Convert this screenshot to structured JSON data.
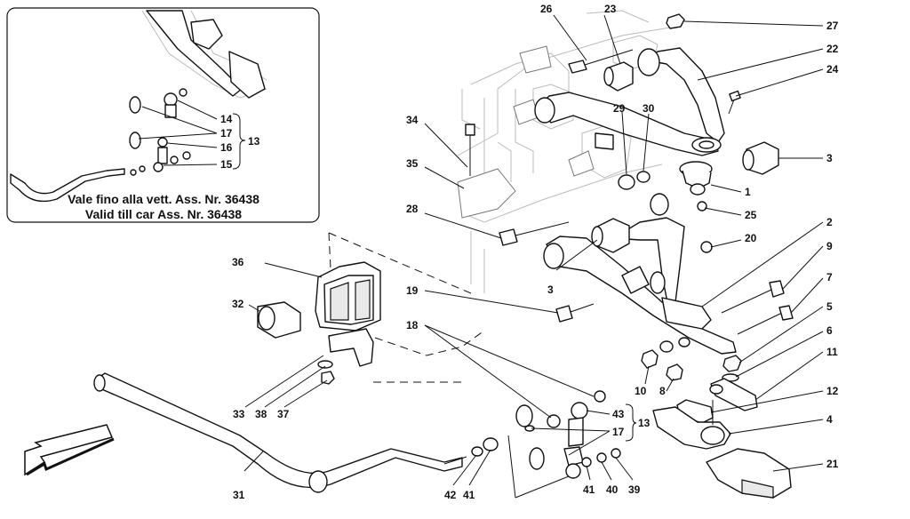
{
  "inset": {
    "note_line1": "Vale fino alla vett. Ass. Nr. 36438",
    "note_line2": "Valid till car Ass. Nr. 36438",
    "labels": [
      "14",
      "17",
      "16",
      "15",
      "13"
    ]
  },
  "callouts": {
    "c26": "26",
    "c23": "23",
    "c27": "27",
    "c22": "22",
    "c24": "24",
    "c34": "34",
    "c29": "29",
    "c30": "30",
    "c3a": "3",
    "c35": "35",
    "c1": "1",
    "c25": "25",
    "c28": "28",
    "c20": "20",
    "c2": "2",
    "c9": "9",
    "c36": "36",
    "c3b": "3",
    "c7": "7",
    "c19": "19",
    "c32": "32",
    "c5": "5",
    "c18": "18",
    "c6": "6",
    "c11": "11",
    "c12": "12",
    "c10": "10",
    "c8": "8",
    "c43": "43",
    "c13": "13",
    "c17": "17",
    "c4": "4",
    "c33": "33",
    "c38": "38",
    "c37": "37",
    "c21": "21",
    "c31": "31",
    "c42": "42",
    "c41a": "41",
    "c41b": "41",
    "c40": "40",
    "c39": "39"
  }
}
